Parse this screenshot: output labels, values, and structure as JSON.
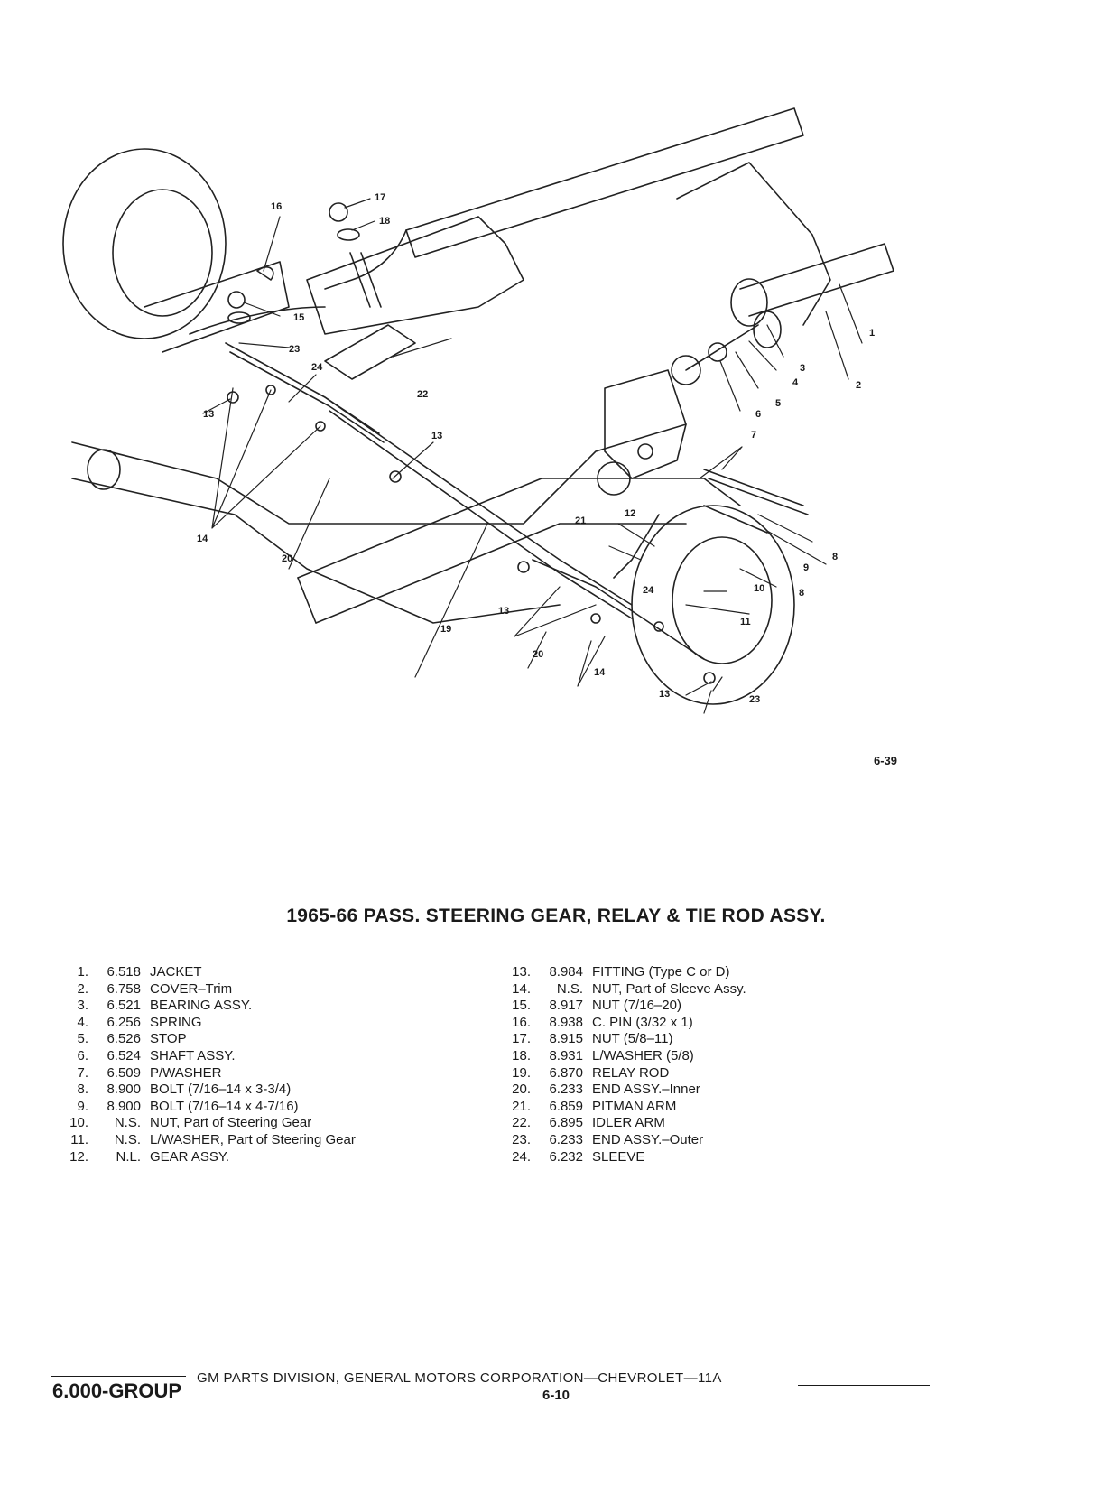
{
  "diagram": {
    "figure_ref": "6-39",
    "callouts": [
      "1",
      "2",
      "3",
      "4",
      "5",
      "6",
      "7",
      "8",
      "8",
      "9",
      "10",
      "11",
      "12",
      "13",
      "13",
      "13",
      "13",
      "14",
      "14",
      "15",
      "16",
      "17",
      "18",
      "19",
      "20",
      "20",
      "21",
      "22",
      "23",
      "23",
      "24",
      "24"
    ]
  },
  "title": "1965-66 PASS. STEERING GEAR, RELAY & TIE ROD ASSY.",
  "parts_left": [
    {
      "num": "1.",
      "code": "6.518",
      "desc": "JACKET"
    },
    {
      "num": "2.",
      "code": "6.758",
      "desc": "COVER–Trim"
    },
    {
      "num": "3.",
      "code": "6.521",
      "desc": "BEARING ASSY."
    },
    {
      "num": "4.",
      "code": "6.256",
      "desc": "SPRING"
    },
    {
      "num": "5.",
      "code": "6.526",
      "desc": "STOP"
    },
    {
      "num": "6.",
      "code": "6.524",
      "desc": "SHAFT ASSY."
    },
    {
      "num": "7.",
      "code": "6.509",
      "desc": "P/WASHER"
    },
    {
      "num": "8.",
      "code": "8.900",
      "desc": "BOLT (7/16–14 x 3-3/4)"
    },
    {
      "num": "9.",
      "code": "8.900",
      "desc": "BOLT (7/16–14 x 4-7/16)"
    },
    {
      "num": "10.",
      "code": "N.S.",
      "desc": "NUT, Part of Steering Gear"
    },
    {
      "num": "11.",
      "code": "N.S.",
      "desc": "L/WASHER, Part of Steering Gear"
    },
    {
      "num": "12.",
      "code": "N.L.",
      "desc": "GEAR ASSY."
    }
  ],
  "parts_right": [
    {
      "num": "13.",
      "code": "8.984",
      "desc": "FITTING (Type C or D)"
    },
    {
      "num": "14.",
      "code": "N.S.",
      "desc": "NUT, Part of Sleeve Assy."
    },
    {
      "num": "15.",
      "code": "8.917",
      "desc": "NUT (7/16–20)"
    },
    {
      "num": "16.",
      "code": "8.938",
      "desc": "C. PIN (3/32 x 1)"
    },
    {
      "num": "17.",
      "code": "8.915",
      "desc": "NUT (5/8–11)"
    },
    {
      "num": "18.",
      "code": "8.931",
      "desc": "L/WASHER (5/8)"
    },
    {
      "num": "19.",
      "code": "6.870",
      "desc": "RELAY ROD"
    },
    {
      "num": "20.",
      "code": "6.233",
      "desc": "END ASSY.–Inner"
    },
    {
      "num": "21.",
      "code": "6.859",
      "desc": "PITMAN ARM"
    },
    {
      "num": "22.",
      "code": "6.895",
      "desc": "IDLER ARM"
    },
    {
      "num": "23.",
      "code": "6.233",
      "desc": "END ASSY.–Outer"
    },
    {
      "num": "24.",
      "code": "6.232",
      "desc": "SLEEVE"
    }
  ],
  "footer": {
    "group": "6.000-GROUP",
    "corp": "GM PARTS DIVISION, GENERAL MOTORS CORPORATION—CHEVROLET—11A",
    "page": "6-10"
  }
}
